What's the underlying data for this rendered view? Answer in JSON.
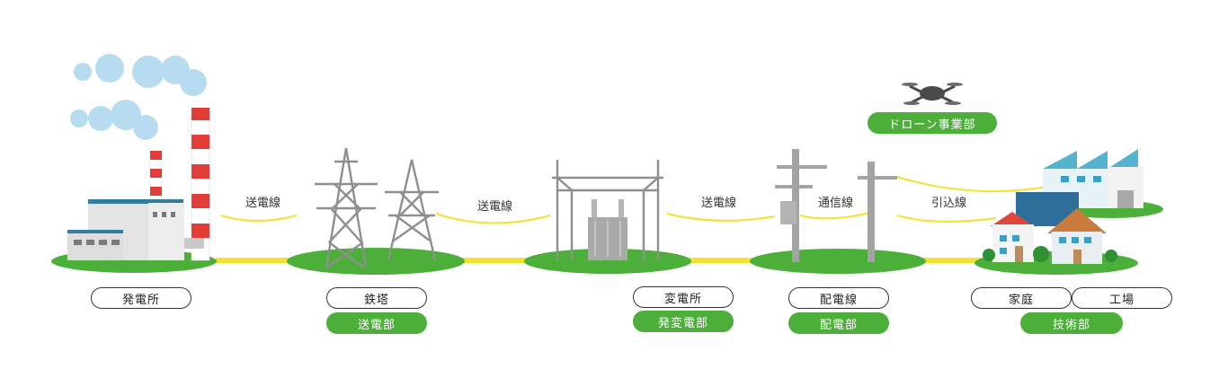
{
  "colors": {
    "ground": "#4caf3a",
    "wire": "#f3e12f",
    "dept": "#4caf3a",
    "chimney_red": "#e23d3a"
  },
  "wires": {
    "plant_to_tower": "送電線",
    "tower_to_substation": "送電線",
    "substation_to_pole": "送電線",
    "pole_to_pole": "通信線",
    "pole_to_house": "引込線"
  },
  "facilities": {
    "power_plant": "発電所",
    "steel_tower": "鉄塔",
    "substation": "変電所",
    "distribution_line": "配電線",
    "home": "家庭",
    "factory": "工場"
  },
  "departments": {
    "transmission": "送電部",
    "transformation": "発変電部",
    "distribution": "配電部",
    "engineering": "技術部",
    "drone": "ドローン事業部"
  },
  "icons": [
    "power-plant-icon",
    "cloud-icon",
    "transmission-tower-icon",
    "substation-icon",
    "utility-pole-icon",
    "house-icon",
    "factory-icon",
    "drone-icon"
  ]
}
